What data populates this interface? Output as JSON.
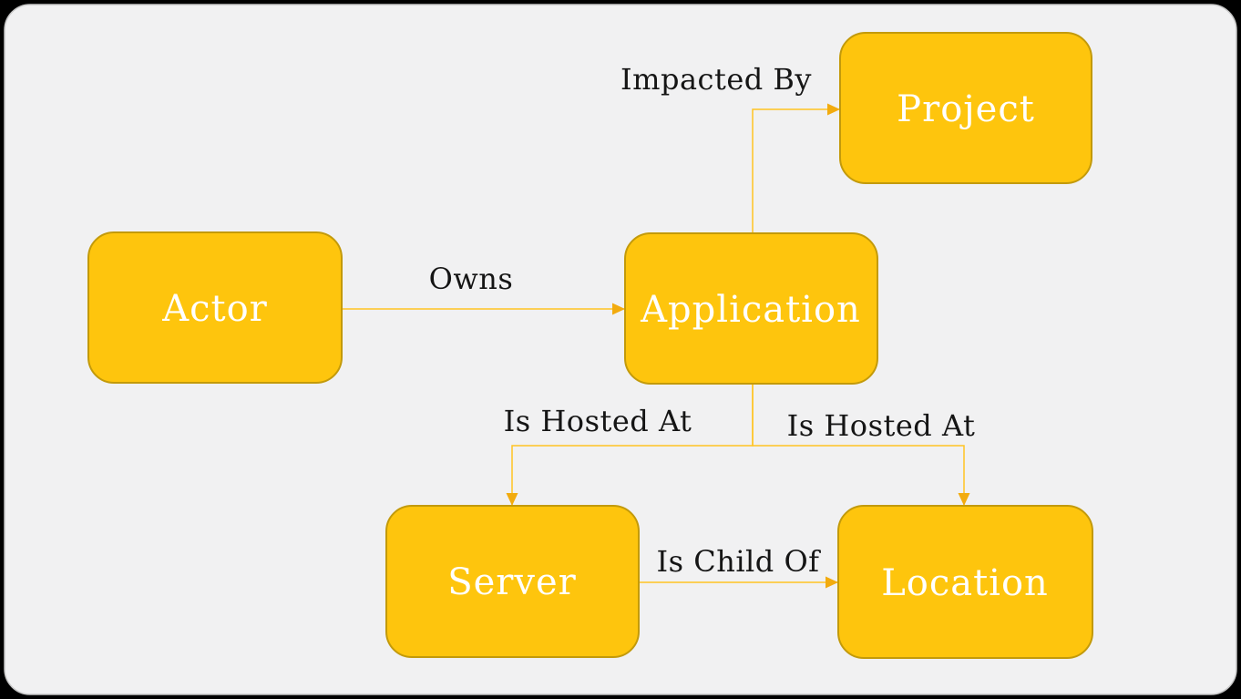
{
  "diagram": {
    "nodes": [
      {
        "id": "actor",
        "label": "Actor"
      },
      {
        "id": "application",
        "label": "Application"
      },
      {
        "id": "project",
        "label": "Project"
      },
      {
        "id": "server",
        "label": "Server"
      },
      {
        "id": "location",
        "label": "Location"
      }
    ],
    "edges": [
      {
        "from": "actor",
        "to": "application",
        "label": "Owns"
      },
      {
        "from": "application",
        "to": "project",
        "label": "Impacted By"
      },
      {
        "from": "application",
        "to": "server",
        "label": "Is Hosted At"
      },
      {
        "from": "application",
        "to": "location",
        "label": "Is Hosted At"
      },
      {
        "from": "server",
        "to": "location",
        "label": "Is Child Of"
      }
    ]
  },
  "colors": {
    "outer_bg": "#000000",
    "canvas_bg": "#F1F1F2",
    "canvas_border": "#C6C6C6",
    "node_fill": "#FEC50D",
    "node_border": "#C39A0A",
    "node_text": "#FFFFFF",
    "edge_line": "#FFC423",
    "edge_arrow": "#F2AB0E",
    "edge_label_text": "#151515"
  }
}
